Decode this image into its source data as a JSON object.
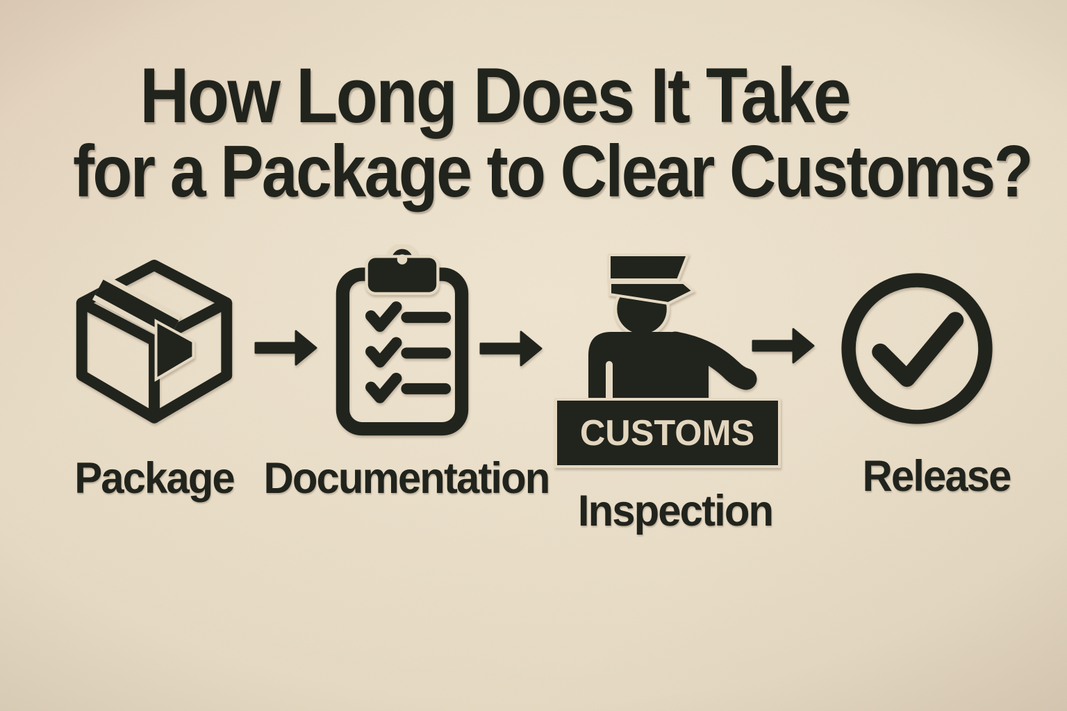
{
  "title": {
    "line1": "How Long Does It Take",
    "line2": "for a Package to Clear Customs?"
  },
  "flow": {
    "stages": [
      {
        "id": "package",
        "label": "Package",
        "icon": "package-box-icon"
      },
      {
        "id": "documentation",
        "label": "Documentation",
        "icon": "clipboard-checklist-icon"
      },
      {
        "id": "inspection",
        "label": "Inspection",
        "icon": "customs-officer-icon",
        "desk_sign": "CUSTOMS"
      },
      {
        "id": "release",
        "label": "Release",
        "icon": "check-circle-icon"
      }
    ],
    "connector": "right-arrow"
  },
  "colors": {
    "background": "#e6dac4",
    "ink": "#21241d",
    "desk_sign_text": "#e4d7c0"
  }
}
